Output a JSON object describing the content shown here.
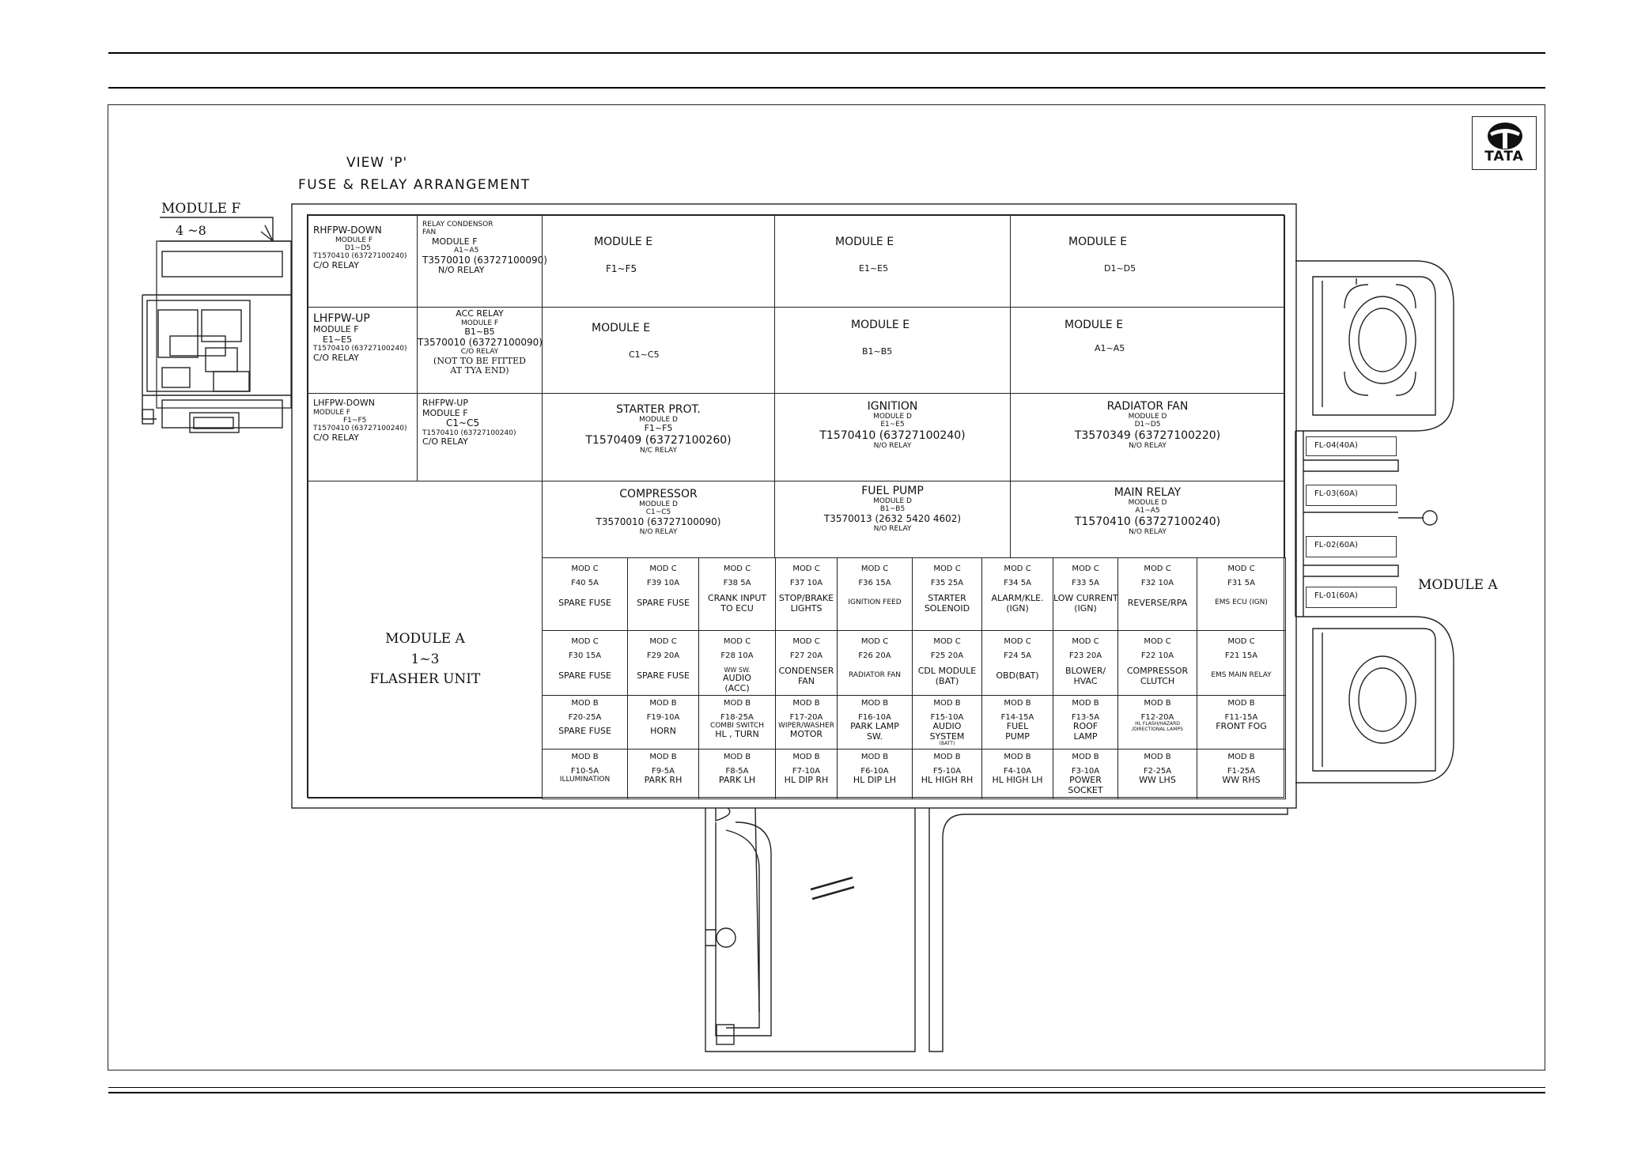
{
  "header": {
    "view_label": "VIEW 'P'",
    "title": "FUSE & RELAY ARRANGEMENT",
    "logo_text": "TATA"
  },
  "side_labels": {
    "module_f": "MODULE F",
    "module_f_range": "4 ~8",
    "module_a": "MODULE A"
  },
  "top_left_cells": [
    {
      "lines": [
        "RHFPW-DOWN",
        "MODULE F",
        "D1~D5",
        "T1570410 (63727100240)",
        "C/O      RELAY"
      ]
    },
    {
      "lines": [
        "RELAY CONDENSOR",
        "FAN",
        "MODULE F",
        "A1~A5",
        "T3570010 (63727100090)",
        "N/O      RELAY"
      ]
    },
    {
      "lines": [
        "LHFPW-UP",
        "MODULE F",
        "E1~E5",
        "T1570410 (63727100240)",
        "C/O      RELAY"
      ]
    },
    {
      "lines": [
        "ACC RELAY",
        "MODULE F",
        "B1~B5",
        "T3570010 (63727100090)",
        "C/O      RELAY",
        "(NOT TO BE FITTED",
        "AT TYA END)"
      ]
    },
    {
      "lines": [
        "LHFPW-DOWN",
        "MODULE F",
        "F1~F5",
        "T1570410 (63727100240)",
        "C/O      RELAY"
      ]
    },
    {
      "lines": [
        "RHFPW-UP",
        "MODULE F",
        "C1~C5",
        "T1570410 (63727100240)",
        "C/O      RELAY"
      ]
    }
  ],
  "module_e": [
    {
      "title": "MODULE E",
      "range": "F1~F5"
    },
    {
      "title": "MODULE E",
      "range": "E1~E5"
    },
    {
      "title": "MODULE E",
      "range": "D1~D5"
    },
    {
      "title": "MODULE E",
      "range": "C1~C5"
    },
    {
      "title": "MODULE E",
      "range": "B1~B5"
    },
    {
      "title": "MODULE E",
      "range": "A1~A5"
    }
  ],
  "module_d": [
    {
      "title": "STARTER   PROT.",
      "module": "MODULE D",
      "range": "F1~F5",
      "part": "T1570409 (63727100260)",
      "type": "N/C RELAY"
    },
    {
      "title": "IGNITION",
      "module": "MODULE D",
      "range": "E1~E5",
      "part": "T1570410 (63727100240)",
      "type": "N/O  RELAY"
    },
    {
      "title": "RADIATOR   FAN",
      "module": "MODULE D",
      "range": "D1~D5",
      "part": "T3570349 (63727100220)",
      "type": "N/O  RELAY"
    },
    {
      "title": "COMPRESSOR",
      "module": "MODULE D",
      "range": "C1~C5",
      "part": "T3570010 (63727100090)",
      "type": "N/O  RELAY"
    },
    {
      "title": "FUEL    PUMP",
      "module": "MODULE D",
      "range": "B1~B5",
      "part": "T3570013 (2632 5420 4602)",
      "type": "N/O  RELAY"
    },
    {
      "title": "MAIN   RELAY",
      "module": "MODULE D",
      "range": "A1~A5",
      "part": "T1570410 (63727100240)",
      "type": "N/O  RELAY"
    }
  ],
  "module_a_flasher": {
    "line1": "MODULE A",
    "line2": "1~3",
    "line3": "FLASHER   UNIT"
  },
  "fuse_rows": [
    [
      {
        "lines": [
          "MOD C",
          "F40     5A",
          "",
          "SPARE FUSE"
        ]
      },
      {
        "lines": [
          "MOD C",
          "F39    10A",
          "",
          "SPARE FUSE"
        ]
      },
      {
        "lines": [
          "MOD C",
          "F38      5A",
          "CRANK INPUT",
          "TO ECU"
        ]
      },
      {
        "lines": [
          "MOD C",
          "F37    10A",
          "STOP/BRAKE",
          "LIGHTS"
        ]
      },
      {
        "lines": [
          "MOD C",
          "F36    15A",
          "",
          "IGNITION FEED"
        ]
      },
      {
        "lines": [
          "MOD C",
          "F35    25A",
          "STARTER",
          "SOLENOID"
        ]
      },
      {
        "lines": [
          "MOD C",
          "F34      5A",
          "ALARM/KLE.",
          "(IGN)"
        ]
      },
      {
        "lines": [
          "MOD C",
          "F33      5A",
          "LOW CURRENT",
          "(IGN)"
        ]
      },
      {
        "lines": [
          "MOD C",
          "F32      10A",
          "",
          "REVERSE/RPA"
        ]
      },
      {
        "lines": [
          "MOD C",
          "F31       5A",
          "",
          "EMS ECU (IGN)"
        ]
      }
    ],
    [
      {
        "lines": [
          "MOD C",
          "F30     15A",
          "",
          "SPARE FUSE"
        ]
      },
      {
        "lines": [
          "MOD C",
          "F29      20A",
          "",
          "SPARE FUSE"
        ]
      },
      {
        "lines": [
          "MOD C",
          "F28      10A",
          "WW SW.",
          "AUDIO",
          "(ACC)"
        ]
      },
      {
        "lines": [
          "MOD C",
          "F27    20A",
          "CONDENSER",
          "FAN"
        ]
      },
      {
        "lines": [
          "MOD C",
          "F26      20A",
          "",
          "RADIATOR FAN"
        ]
      },
      {
        "lines": [
          "MOD C",
          "F25      20A",
          "CDL MODULE",
          "(BAT)"
        ]
      },
      {
        "lines": [
          "MOD C",
          "F24      5A",
          "",
          "OBD(BAT)"
        ]
      },
      {
        "lines": [
          "MOD C",
          "F23     20A",
          "BLOWER/",
          "HVAC"
        ]
      },
      {
        "lines": [
          "MOD C",
          "F22      10A",
          "COMPRESSOR",
          "CLUTCH"
        ]
      },
      {
        "lines": [
          "MOD C",
          "F21   15A",
          "",
          "EMS MAIN RELAY"
        ]
      }
    ],
    [
      {
        "lines": [
          "MOD B",
          "F20-25A",
          "",
          "SPARE FUSE"
        ]
      },
      {
        "lines": [
          "MOD B",
          "F19-10A",
          "",
          "HORN"
        ]
      },
      {
        "lines": [
          "MOD B",
          "F18-25A",
          "COMBI SWITCH",
          "HL , TURN"
        ]
      },
      {
        "lines": [
          "MOD B",
          "F17-20A",
          "WIPER/WASHER",
          "MOTOR"
        ]
      },
      {
        "lines": [
          "MOD B",
          "F16-10A",
          "PARK LAMP",
          "SW."
        ]
      },
      {
        "lines": [
          "MOD B",
          "F15-10A",
          "AUDIO",
          "SYSTEM",
          "(BATT)"
        ]
      },
      {
        "lines": [
          "MOD B",
          "F14-15A",
          "FUEL",
          "PUMP"
        ]
      },
      {
        "lines": [
          "MOD B",
          "F13-5A",
          "ROOF",
          "LAMP"
        ]
      },
      {
        "lines": [
          "MOD B",
          "F12-20A",
          "HL FLASH/HAZARD",
          "/DIRECTIONAL LAMPS"
        ]
      },
      {
        "lines": [
          "MOD B",
          "F11-15A",
          "FRONT FOG"
        ]
      }
    ],
    [
      {
        "lines": [
          "MOD B",
          "F10-5A",
          "ILLUMINATION"
        ]
      },
      {
        "lines": [
          "MOD B",
          "F9-5A",
          "PARK RH"
        ]
      },
      {
        "lines": [
          "MOD B",
          "F8-5A",
          "PARK LH"
        ]
      },
      {
        "lines": [
          "MOD B",
          "F7-10A",
          "HL DIP RH"
        ]
      },
      {
        "lines": [
          "MOD B",
          "F6-10A",
          "HL DIP LH"
        ]
      },
      {
        "lines": [
          "MOD B",
          "F5-10A",
          "HL HIGH RH"
        ]
      },
      {
        "lines": [
          "MOD B",
          "F4-10A",
          "HL HIGH LH"
        ]
      },
      {
        "lines": [
          "MOD B",
          "F3-10A",
          "POWER",
          "SOCKET"
        ]
      },
      {
        "lines": [
          "MOD B",
          "F2-25A",
          "WW  LHS"
        ]
      },
      {
        "lines": [
          "MOD B",
          "F1-25A",
          "WW  RHS"
        ]
      }
    ]
  ],
  "fusible_links": [
    "FL-04(40A)",
    "FL-03(60A)",
    "FL-02(60A)",
    "FL-01(60A)"
  ]
}
